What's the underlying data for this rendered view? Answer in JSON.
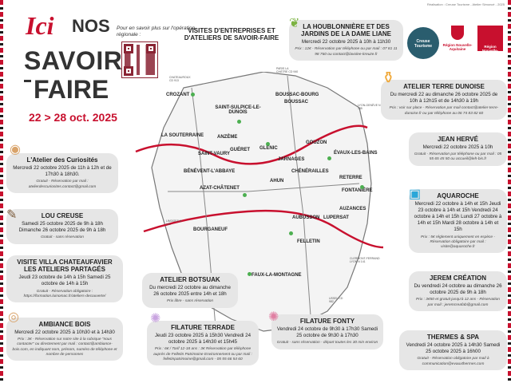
{
  "credit": "Réalisation : Creuse Tourisme - Atelier Simoncé - 2025",
  "title": {
    "ici": "Ici",
    "nos": "NOS",
    "savoir": "SAVOIR",
    "faire": "FAIRE",
    "dates": "22 > 28 oct. 2025"
  },
  "qr_text": "Pour en savoir plus sur l'opération régionale :",
  "map_heading": "VISITES D'ENTREPRISES ET D'ATELIERS DE SAVOIR-FAIRE",
  "logos": {
    "tourisme": "Creuse Tourisme",
    "region": "Région Nouvelle-Aquitaine",
    "region2": "Région Nouvelle-Aquitaine"
  },
  "cards": {
    "houblonniere": {
      "title": "LA HOUBLONNIÈRE ET DES JARDINS DE LA DAME LIANE",
      "when": "Mercredi 22 octobre 2025 à 10h à 11h30",
      "note": "Prix : 12€ - Réservation par téléphone ou par mail : 07 81 11 98 760 ou contact@lavolee-kreuze.fr"
    },
    "terre_dunoise": {
      "title": "ATELIER TERRE DUNOISE",
      "when": "Du mercredi 22 au dimanche 26 octobre 2025 de 10h à 12h15 et de 14h30 à 19h",
      "note": "Prix : voir sur place - Réservation par mail contact@atelier-terre-dunoise.fr ou par téléphone au 06 74 83 82 60"
    },
    "jean_herve": {
      "title": "JEAN HERVÉ",
      "when": "Mercredi 22 octobre 2025 à 10h",
      "note": "Gratuit - Réservation par téléphone ou par mail : 05 55 65 45 50 ou accueil@leh-bis.fr"
    },
    "aquaroche": {
      "title": "AQUAROCHE",
      "when": "Mercredi 22 octobre à 14h et 15h Jeudi 23 octobre à 14h et 15h Vendredi 24 octobre à 14h et 15h Lundi 27 octobre à 14h et 15h Mardi 28 octobre à 14h et 15h",
      "note": "Prix : 5€ réglement uniquement en espèce - Réservation obligatoire par mail : visite@aquaroche.fr"
    },
    "jerem": {
      "title": "JEREM CRÉATION",
      "when": "Du vendredi 24 octobre au dimanche 26 octobre 2025 de 9h à 18h",
      "note": "Prix : 3€50 et gratuit jusqu'à 12 ans - Réservation par mail : jeremcreafab@gmail.com"
    },
    "thermes": {
      "title": "THERMES & SPA",
      "when": "Vendredi 24 octobre 2025 à 14h30 Samedi 25 octobre 2025 à 16h00",
      "note": "Gratuit - Réservation obligatoire par mail à communication@evauxthermes.com"
    },
    "curiosites": {
      "title": "L'Atelier des Curiosités",
      "when": "Mercredi 22 octobre 2025 de 11h à 12h et de 17h30 à 18h30.",
      "note": "Gratuit - Réservation par mail : atelierdescuriosites.contact@gmail.com"
    },
    "lou_creuse": {
      "title": "LOU CREUSE",
      "when": "Samedi 25 octobre 2025 de 9h à 18h Dimanche 26 octobre 2025 de 9h à 18h",
      "note": "Gratuit - sans réservation"
    },
    "chateaufavier": {
      "title": "VISITE VILLA CHATEAUFAVIER LES ATELIERS PARTAGÉS",
      "when": "Jeudi 23 octobre de 14h à 15h Samedi 25 octobre de 14h à 15h",
      "note": "Gratuit - Réservation obligatoire : https://formation.luinomac.fr/ateliers-decouverte/"
    },
    "ambiance_bois": {
      "title": "AMBIANCE BOIS",
      "when": "Mercredi 22 octobre 2025 à 10h30 et à 14h30",
      "note": "Prix : 3€ - Réservation sur notre site à la rubrique \"nous contacter\" ou directement par mail : contact@ambiance-bois.com, en indiquant nom, prénom, numéro de téléphone et nombre de personnes"
    },
    "botsuak": {
      "title": "ATELIER BOTSUAK",
      "when": "Du mercredi 22 octobre au dimanche 26 octobre 2025 entre 14h et 18h",
      "note": "Prix libre - sans réservation"
    },
    "terrade": {
      "title": "FILATURE TERRADE",
      "when": "Jeudi 23 octobre 2025 à 15h30 Vendredi 24 octobre 2025 à 14h30 et 15h45",
      "note": "Prix : 6€ / Tarif 12-18 ans : 3€ Réservation par téléphone auprès de Felletin Patrimoine Environnement ou par mail : felletinpatrimoine@gmail.com - 05 55 66 54 60"
    },
    "fonty": {
      "title": "FILATURE FONTY",
      "when": "Vendredi 24 octobre de 9h30 à 17h30 Samedi 25 octobre de 9h30 à 17h30",
      "note": "Gratuit - sans réservation - départ toutes les 30 min environ"
    }
  },
  "cities": {
    "crozant": "CROZANT",
    "boussac_bourg": "BOUSSAC-BOURG",
    "boussac": "BOUSSAC",
    "saint_sulpice": "SAINT-SULPICE-LE-DUNOIS",
    "souterraine": "LA SOUTERRAINE",
    "anzeme": "ANZÈME",
    "gueret": "GUÉRET",
    "glenic": "GLÉNIC",
    "saint_vaury": "SAINT-VAURY",
    "gouzon": "GOUZON",
    "evaux": "ÉVAUX-LES-BAINS",
    "jarnages": "JARNAGES",
    "benevent": "BÉNÉVENT-L'ABBAYE",
    "chenerailles": "CHÉNÉRAILLES",
    "reterre": "RETERRE",
    "fontaniere": "FONTANIÈRE",
    "azat": "AZAT-CHÂTENET",
    "ahun": "AHUN",
    "auzances": "AUZANCES",
    "aubusson": "AUBUSSON",
    "lupersat": "LUPERSAT",
    "bourganeuf": "BOURGANEUF",
    "felletin": "FELLETIN",
    "faux": "FAUX-LA-MONTAGNE"
  },
  "roads": {
    "chateauroux": "CHATEAUROUX CD 913",
    "paris": "PARIS LA CHÂTRE CD 940",
    "lyon": "LYON-GENÈVE N 145",
    "limoges": "LIMOGES N 141",
    "clermont": "CLERMONT-FERRAND LYON N 141",
    "ussel": "USSEL CD 982"
  }
}
